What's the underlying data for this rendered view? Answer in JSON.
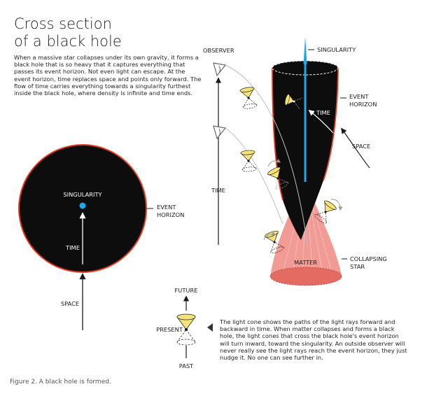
{
  "title": {
    "line1": "Cross section",
    "line2": "of a black hole"
  },
  "intro": "When a massive star collapses under its own gravity, it forms a black hole that is so heavy that it captures everything that passes its event horizon. Not even light can escape. At the event horizon, time replaces space and points only forward. The flow of time carries everything towards a singularity furthest inside the black hole, where density is infinite and time ends.",
  "left_diagram": {
    "singularity": "SINGULARITY",
    "time": "TIME",
    "space": "SPACE",
    "event_horizon": [
      "EVENT",
      "HORIZON"
    ]
  },
  "right_diagram": {
    "observer": "OBSERVER",
    "singularity": "SINGULARITY",
    "event_horizon": [
      "EVENT",
      "HORIZON"
    ],
    "time_inside": "TIME",
    "space": "SPACE",
    "time_axis": "TIME",
    "matter": "MATTER",
    "collapsing_star": [
      "COLLAPSING",
      "STAR"
    ]
  },
  "legend": {
    "future": "FUTURE",
    "present": "PRESENT",
    "past": "PAST",
    "caption": "The light cone shows the paths of the light rays forward and backward in time. When matter collapses and forms a black hole, the light cones that cross the black hole's event horizon will turn inward, toward the singularity. An outside observer will never really see the light rays reach the event horizon, they just nudge it. No one can see further in."
  },
  "figure_caption": "Figure 2. A black hole is formed.",
  "colors": {
    "black": "#0d0d0d",
    "horizon_red": "#e23b23",
    "singularity_blue": "#1ea7e9",
    "star_pink": "#f08a82",
    "cone_yellow": "#f6e27a"
  }
}
